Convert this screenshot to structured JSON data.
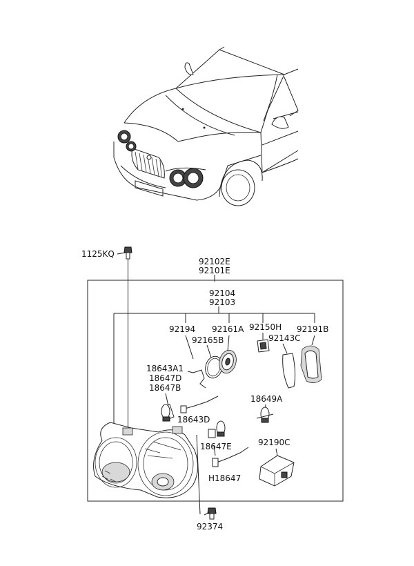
{
  "labels": {
    "bolt": "1125KQ",
    "assy_1": "92102E",
    "assy_2": "92101E",
    "housing_1": "92104",
    "housing_2": "92103",
    "p92194": "92194",
    "p92161A": "92161A",
    "p92150H": "92150H",
    "p92191B": "92191B",
    "p92165B": "92165B",
    "p92143C": "92143C",
    "p18643A1": "18643A1",
    "p18647D": "18647D",
    "p18647B": "18647B",
    "p18649A": "18649A",
    "p18643D": "18643D",
    "p18647E": "18647E",
    "p92190C": "92190C",
    "pH18647": "H18647",
    "p92374": "92374"
  },
  "icons": {
    "car": "car-front-quarter-icon",
    "headlamp": "headlamp-assembly-icon",
    "bulb": "bulb-icon",
    "ballast": "ballast-unit-icon",
    "gasket": "gasket-ring-icon"
  }
}
